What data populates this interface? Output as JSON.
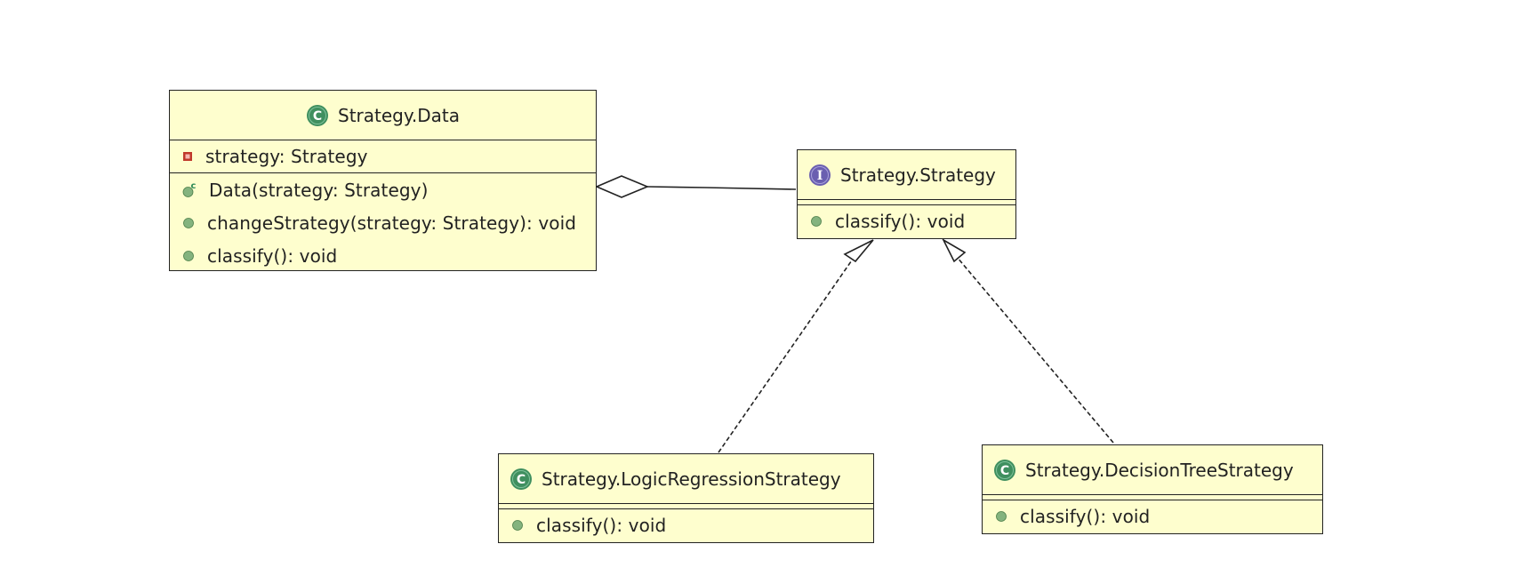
{
  "colors": {
    "class_fill": "#fefece",
    "border": "#222222",
    "class_icon": "#3f8f5f",
    "interface_icon": "#6a5fb0",
    "public_dot": "#84b37e",
    "private_square": "#c0392b"
  },
  "classes": {
    "data": {
      "kind": "class",
      "icon": "class-c-icon",
      "name": "Strategy.Data",
      "fields": [
        {
          "visibility": "private",
          "icon": "private-field-icon",
          "text": "strategy: Strategy"
        }
      ],
      "methods": [
        {
          "visibility": "public",
          "icon": "constructor-icon",
          "marker": "c",
          "text": "Data(strategy: Strategy)"
        },
        {
          "visibility": "public",
          "icon": "public-method-icon",
          "text": "changeStrategy(strategy: Strategy): void"
        },
        {
          "visibility": "public",
          "icon": "public-method-icon",
          "text": "classify(): void"
        }
      ]
    },
    "strategy": {
      "kind": "interface",
      "icon": "interface-i-icon",
      "name": "Strategy.Strategy",
      "fields": [],
      "methods": [
        {
          "visibility": "public",
          "icon": "public-method-icon",
          "text": "classify(): void"
        }
      ]
    },
    "logic": {
      "kind": "class",
      "icon": "class-c-icon",
      "name": "Strategy.LogicRegressionStrategy",
      "fields": [],
      "methods": [
        {
          "visibility": "public",
          "icon": "public-method-icon",
          "text": "classify(): void"
        }
      ]
    },
    "tree": {
      "kind": "class",
      "icon": "class-c-icon",
      "name": "Strategy.DecisionTreeStrategy",
      "fields": [],
      "methods": [
        {
          "visibility": "public",
          "icon": "public-method-icon",
          "text": "classify(): void"
        }
      ]
    }
  },
  "relations": [
    {
      "type": "aggregation",
      "from": "Strategy.Data",
      "to": "Strategy.Strategy"
    },
    {
      "type": "realization",
      "from": "Strategy.LogicRegressionStrategy",
      "to": "Strategy.Strategy"
    },
    {
      "type": "realization",
      "from": "Strategy.DecisionTreeStrategy",
      "to": "Strategy.Strategy"
    }
  ]
}
